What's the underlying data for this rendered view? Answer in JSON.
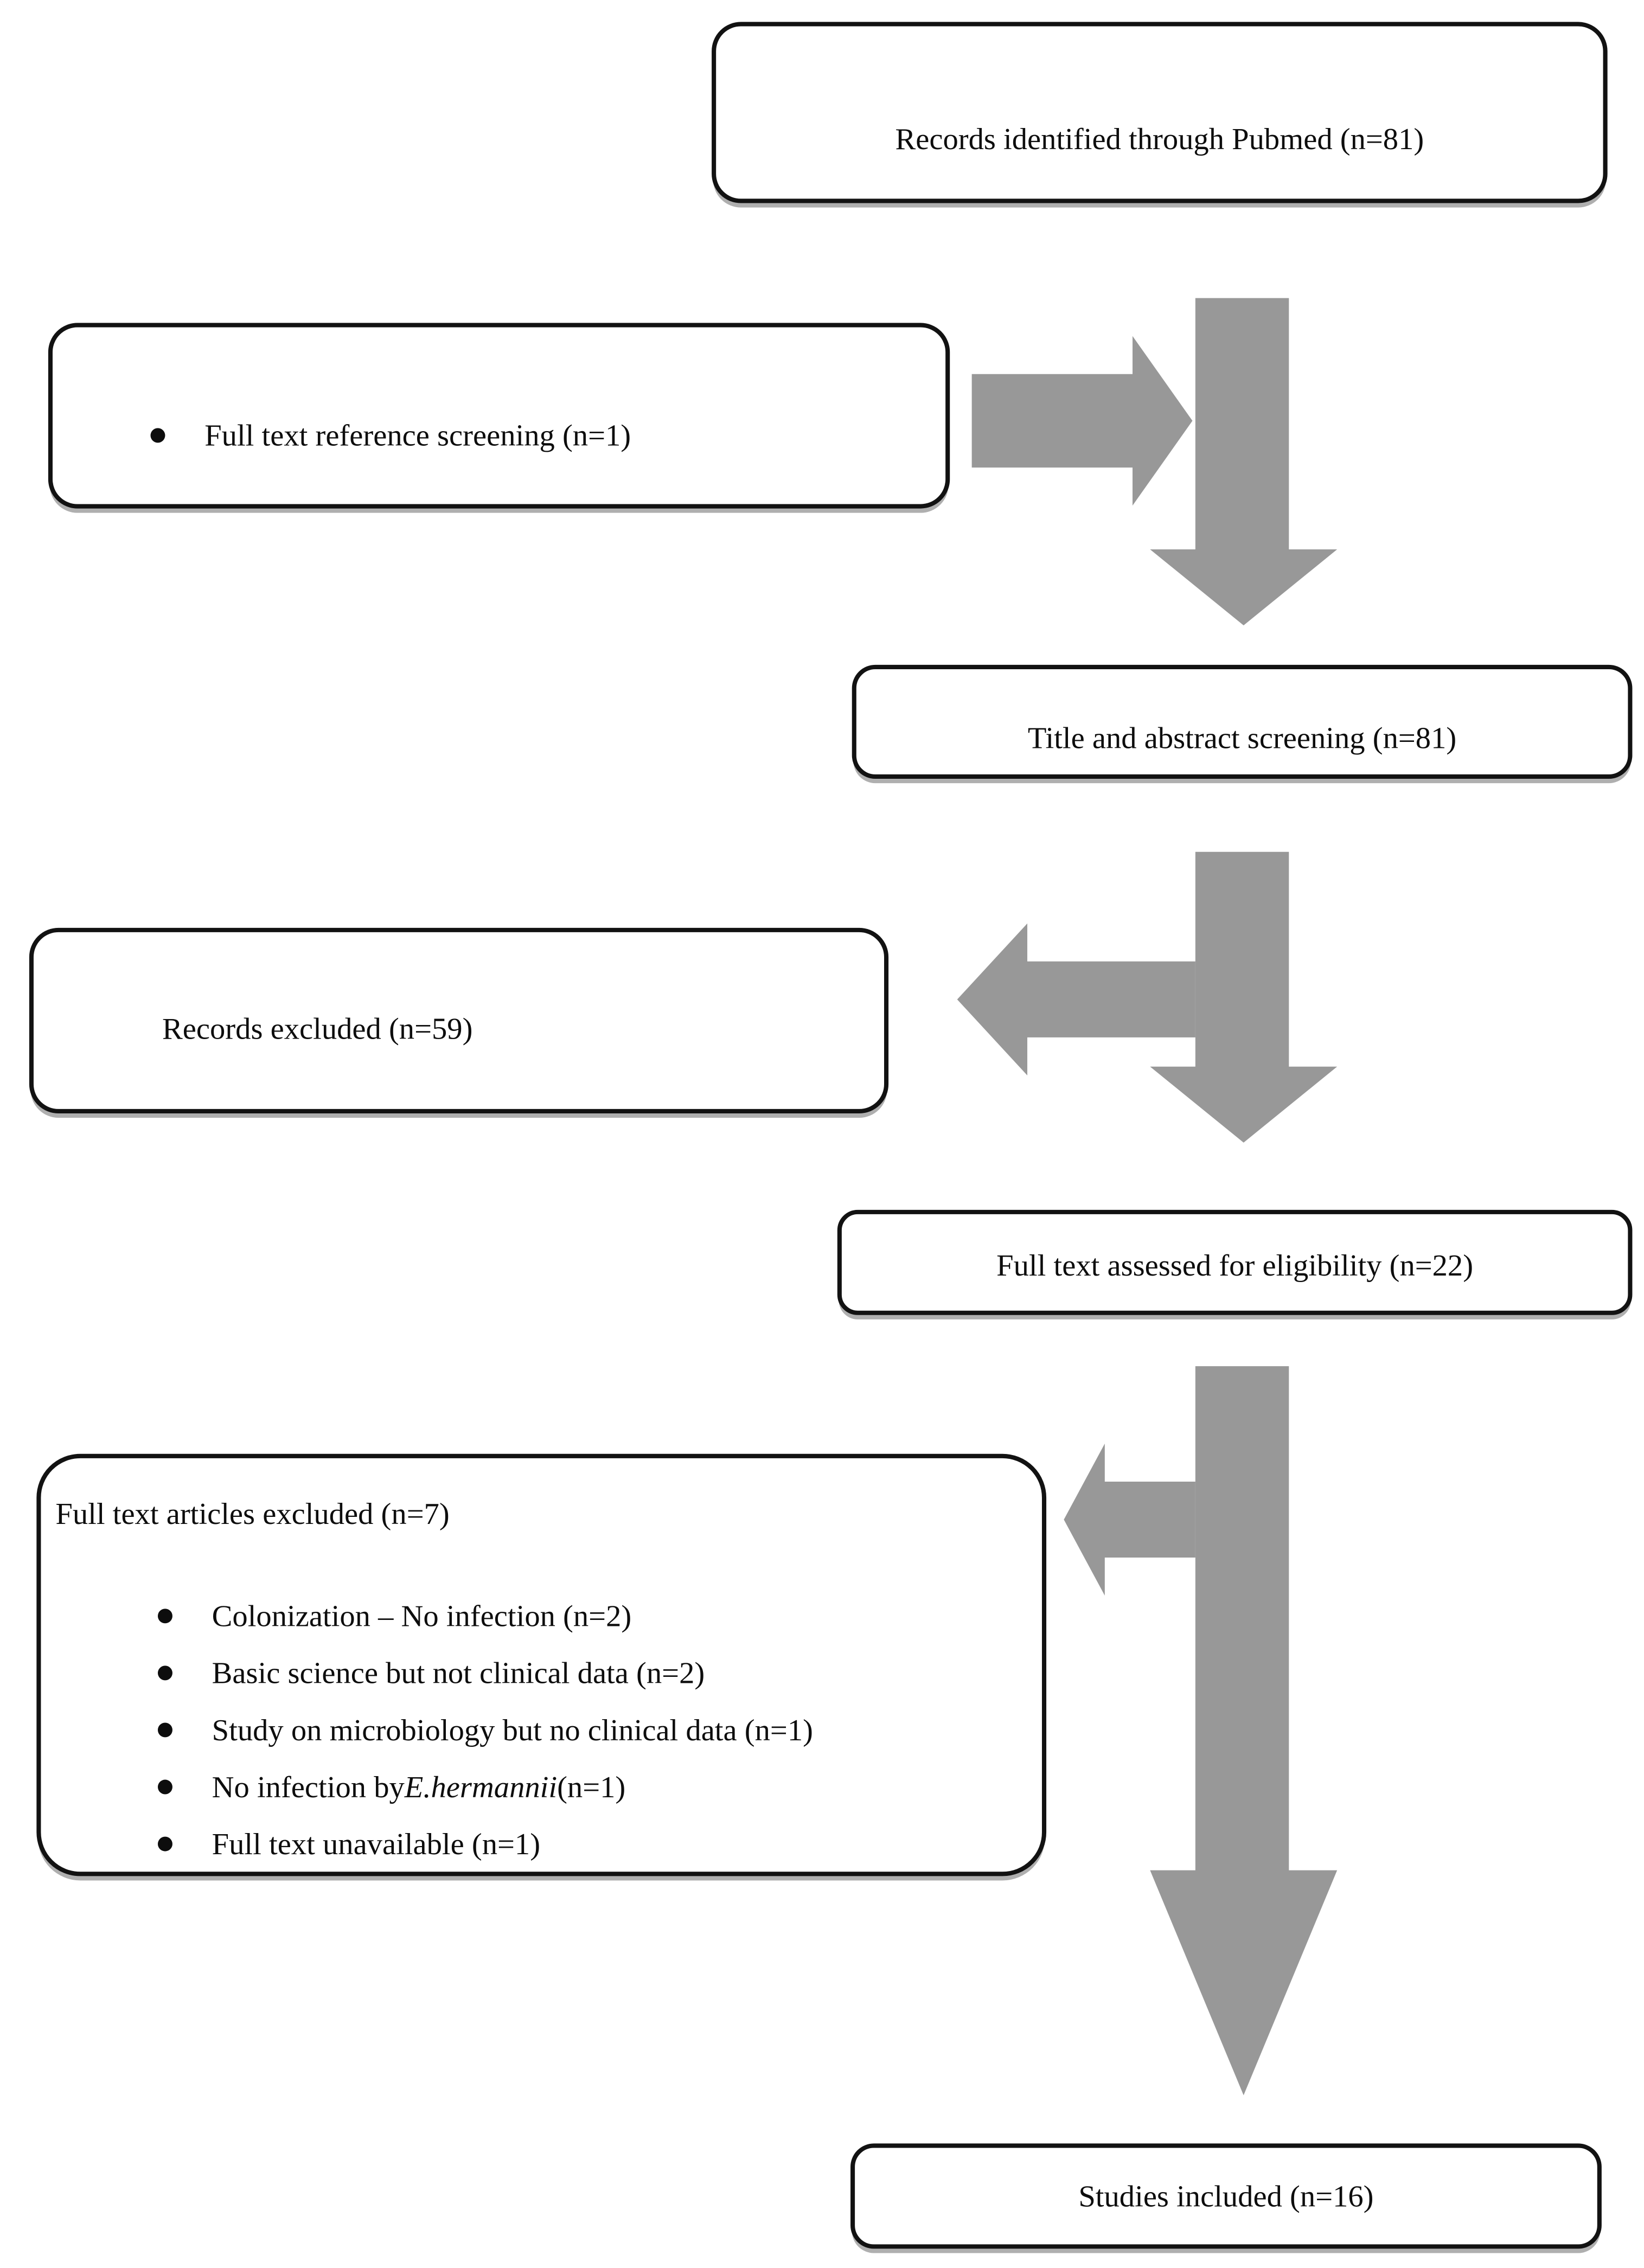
{
  "diagram": {
    "boxes": {
      "records_identified": {
        "label": "Records identified through Pubmed (n=81)"
      },
      "fulltext_reference": {
        "bullet_label": "Full text reference screening (n=1)"
      },
      "title_abstract": {
        "label": "Title and abstract screening (n=81)"
      },
      "records_excluded": {
        "label": "Records excluded (n=59)"
      },
      "fulltext_assessed": {
        "label": "Full text assessed for eligibility (n=22)"
      },
      "fulltext_excluded": {
        "header": "Full text articles excluded (n=7)",
        "items": [
          {
            "pre": "Colonization – No infection (n=2)",
            "italic": "",
            "post": ""
          },
          {
            "pre": "Basic science but not clinical data (n=2)",
            "italic": "",
            "post": ""
          },
          {
            "pre": "Study on microbiology but no clinical data (n=1)",
            "italic": "",
            "post": ""
          },
          {
            "pre": "No infection by ",
            "italic": "E.hermannii",
            "post": " (n=1)"
          },
          {
            "pre": "Full text unavailable (n=1)",
            "italic": "",
            "post": ""
          }
        ]
      },
      "studies_included": {
        "label": "Studies included (n=16)"
      }
    },
    "colors": {
      "arrow_fill": "#989898",
      "box_border": "#121212",
      "text": "#0d0d0d",
      "background": "#ffffff"
    }
  }
}
